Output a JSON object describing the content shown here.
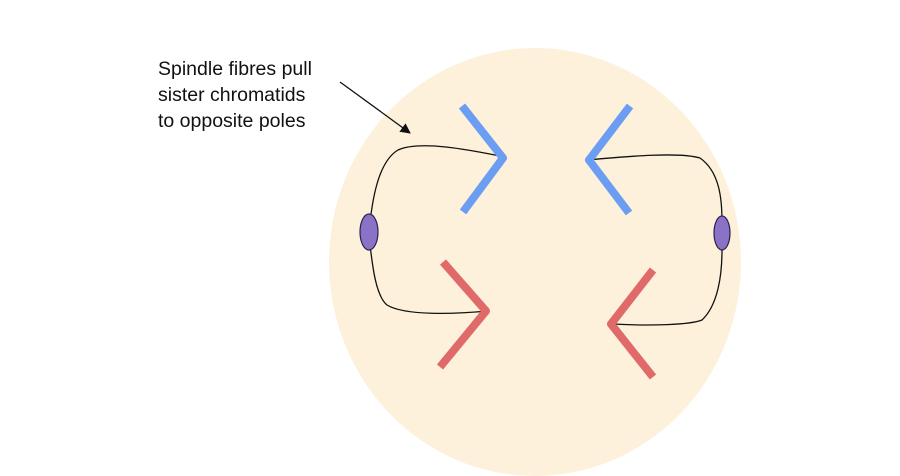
{
  "annotation": {
    "lines": [
      "Spindle fibres pull",
      "sister chromatids",
      "to opposite poles"
    ]
  },
  "colors": {
    "cell": "#fdf1dc",
    "blue_chromatid": "#6b9ef2",
    "red_chromatid": "#e06a6a",
    "centrosome": "#8a73c6",
    "centrosome_stroke": "#2b2248",
    "fibre": "#111111"
  },
  "parts": {
    "cell": "cell",
    "chromatids": [
      {
        "name": "upper-left-chromatid",
        "color": "blue"
      },
      {
        "name": "upper-right-chromatid",
        "color": "blue"
      },
      {
        "name": "lower-left-chromatid",
        "color": "red"
      },
      {
        "name": "lower-right-chromatid",
        "color": "red"
      }
    ],
    "centrosomes": [
      "left-centrosome",
      "right-centrosome"
    ],
    "fibres": [
      "upper-left-fibre",
      "lower-left-fibre",
      "upper-right-fibre",
      "lower-right-fibre"
    ]
  }
}
